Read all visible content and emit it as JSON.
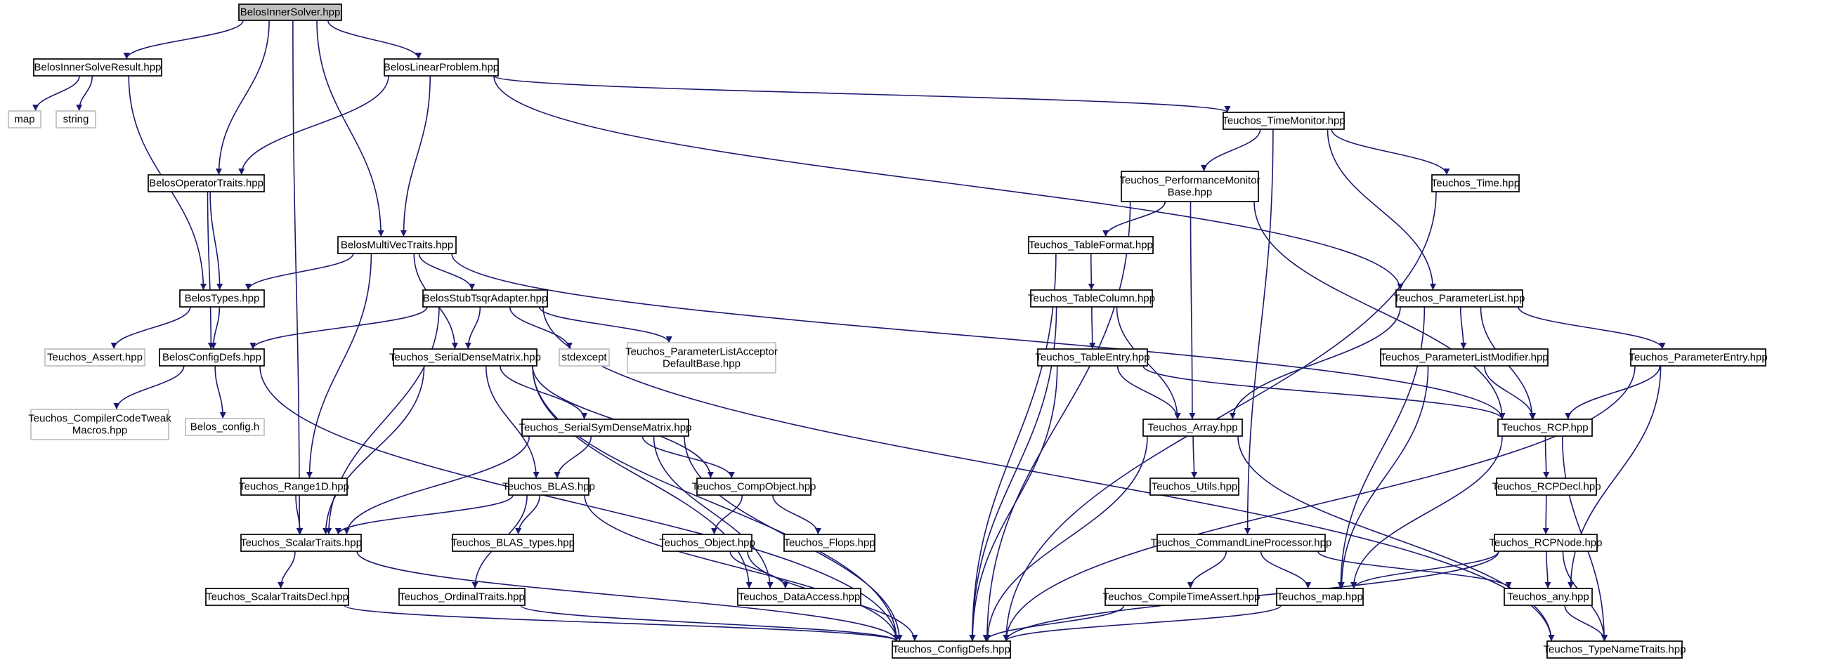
{
  "colors": {
    "edge": "#191970",
    "box_border": "#000000",
    "box_border_external": "#bfbfbf",
    "root_fill": "#bfbfbf",
    "box_fill": "#ffffff"
  },
  "nodes": [
    {
      "id": "root",
      "lines": [
        "BelosInnerSolver.hpp"
      ],
      "style": "root"
    },
    {
      "id": "isr",
      "lines": [
        "BelosInnerSolveResult.hpp"
      ],
      "style": "normal"
    },
    {
      "id": "map",
      "lines": [
        "map"
      ],
      "style": "external"
    },
    {
      "id": "string",
      "lines": [
        "string"
      ],
      "style": "external"
    },
    {
      "id": "blp",
      "lines": [
        "BelosLinearProblem.hpp"
      ],
      "style": "normal"
    },
    {
      "id": "bot",
      "lines": [
        "BelosOperatorTraits.hpp"
      ],
      "style": "normal"
    },
    {
      "id": "bmvt",
      "lines": [
        "BelosMultiVecTraits.hpp"
      ],
      "style": "normal"
    },
    {
      "id": "btypes",
      "lines": [
        "BelosTypes.hpp"
      ],
      "style": "normal"
    },
    {
      "id": "tassert",
      "lines": [
        "Teuchos_Assert.hpp"
      ],
      "style": "external"
    },
    {
      "id": "bcfg",
      "lines": [
        "BelosConfigDefs.hpp"
      ],
      "style": "normal"
    },
    {
      "id": "tcct",
      "lines": [
        "Teuchos_CompilerCodeTweak",
        "Macros.hpp"
      ],
      "style": "external"
    },
    {
      "id": "bconfh",
      "lines": [
        "Belos_config.h"
      ],
      "style": "external"
    },
    {
      "id": "bsta",
      "lines": [
        "BelosStubTsqrAdapter.hpp"
      ],
      "style": "normal"
    },
    {
      "id": "stdexcept",
      "lines": [
        "stdexcept"
      ],
      "style": "external"
    },
    {
      "id": "tplad",
      "lines": [
        "Teuchos_ParameterListAcceptor",
        "DefaultBase.hpp"
      ],
      "style": "external"
    },
    {
      "id": "tsdm",
      "lines": [
        "Teuchos_SerialDenseMatrix.hpp"
      ],
      "style": "normal"
    },
    {
      "id": "tssdm",
      "lines": [
        "Teuchos_SerialSymDenseMatrix.hpp"
      ],
      "style": "normal"
    },
    {
      "id": "tr1d",
      "lines": [
        "Teuchos_Range1D.hpp"
      ],
      "style": "normal"
    },
    {
      "id": "tblas",
      "lines": [
        "Teuchos_BLAS.hpp"
      ],
      "style": "normal"
    },
    {
      "id": "tcobj",
      "lines": [
        "Teuchos_CompObject.hpp"
      ],
      "style": "normal"
    },
    {
      "id": "tst",
      "lines": [
        "Teuchos_ScalarTraits.hpp"
      ],
      "style": "normal"
    },
    {
      "id": "tblast",
      "lines": [
        "Teuchos_BLAS_types.hpp"
      ],
      "style": "normal"
    },
    {
      "id": "tobj",
      "lines": [
        "Teuchos_Object.hpp"
      ],
      "style": "normal"
    },
    {
      "id": "tflops",
      "lines": [
        "Teuchos_Flops.hpp"
      ],
      "style": "normal"
    },
    {
      "id": "tstd",
      "lines": [
        "Teuchos_ScalarTraitsDecl.hpp"
      ],
      "style": "normal"
    },
    {
      "id": "tot",
      "lines": [
        "Teuchos_OrdinalTraits.hpp"
      ],
      "style": "normal"
    },
    {
      "id": "tda",
      "lines": [
        "Teuchos_DataAccess.hpp"
      ],
      "style": "normal"
    },
    {
      "id": "tcfg",
      "lines": [
        "Teuchos_ConfigDefs.hpp"
      ],
      "style": "normal"
    },
    {
      "id": "ttm",
      "lines": [
        "Teuchos_TimeMonitor.hpp"
      ],
      "style": "normal"
    },
    {
      "id": "tpmb",
      "lines": [
        "Teuchos_PerformanceMonitor",
        "Base.hpp"
      ],
      "style": "normal"
    },
    {
      "id": "ttime",
      "lines": [
        "Teuchos_Time.hpp"
      ],
      "style": "normal"
    },
    {
      "id": "ttf",
      "lines": [
        "Teuchos_TableFormat.hpp"
      ],
      "style": "normal"
    },
    {
      "id": "ttc",
      "lines": [
        "Teuchos_TableColumn.hpp"
      ],
      "style": "normal"
    },
    {
      "id": "tte",
      "lines": [
        "Teuchos_TableEntry.hpp"
      ],
      "style": "normal"
    },
    {
      "id": "tarr",
      "lines": [
        "Teuchos_Array.hpp"
      ],
      "style": "normal"
    },
    {
      "id": "tutils",
      "lines": [
        "Teuchos_Utils.hpp"
      ],
      "style": "normal"
    },
    {
      "id": "tclp",
      "lines": [
        "Teuchos_CommandLineProcessor.hpp"
      ],
      "style": "normal"
    },
    {
      "id": "tcta",
      "lines": [
        "Teuchos_CompileTimeAssert.hpp"
      ],
      "style": "normal"
    },
    {
      "id": "tmap",
      "lines": [
        "Teuchos_map.hpp"
      ],
      "style": "normal"
    },
    {
      "id": "tpl",
      "lines": [
        "Teuchos_ParameterList.hpp"
      ],
      "style": "normal"
    },
    {
      "id": "tplm",
      "lines": [
        "Teuchos_ParameterListModifier.hpp"
      ],
      "style": "normal"
    },
    {
      "id": "tpe",
      "lines": [
        "Teuchos_ParameterEntry.hpp"
      ],
      "style": "normal"
    },
    {
      "id": "trcp",
      "lines": [
        "Teuchos_RCP.hpp"
      ],
      "style": "normal"
    },
    {
      "id": "trcpd",
      "lines": [
        "Teuchos_RCPDecl.hpp"
      ],
      "style": "normal"
    },
    {
      "id": "trcpn",
      "lines": [
        "Teuchos_RCPNode.hpp"
      ],
      "style": "normal"
    },
    {
      "id": "tany",
      "lines": [
        "Teuchos_any.hpp"
      ],
      "style": "normal"
    },
    {
      "id": "ttnt",
      "lines": [
        "Teuchos_TypeNameTraits.hpp"
      ],
      "style": "normal"
    }
  ],
  "edges": [
    [
      "root",
      "isr"
    ],
    [
      "root",
      "blp"
    ],
    [
      "root",
      "bot"
    ],
    [
      "root",
      "bmvt"
    ],
    [
      "root",
      "tst"
    ],
    [
      "isr",
      "map"
    ],
    [
      "isr",
      "string"
    ],
    [
      "isr",
      "btypes"
    ],
    [
      "blp",
      "bot"
    ],
    [
      "blp",
      "bmvt"
    ],
    [
      "blp",
      "ttm"
    ],
    [
      "blp",
      "tpl"
    ],
    [
      "bot",
      "btypes"
    ],
    [
      "bot",
      "bcfg"
    ],
    [
      "bmvt",
      "btypes"
    ],
    [
      "bmvt",
      "bsta"
    ],
    [
      "bmvt",
      "tsdm"
    ],
    [
      "bmvt",
      "tr1d"
    ],
    [
      "bmvt",
      "trcp"
    ],
    [
      "btypes",
      "tassert"
    ],
    [
      "btypes",
      "bcfg"
    ],
    [
      "bcfg",
      "tcct"
    ],
    [
      "bcfg",
      "bconfh"
    ],
    [
      "bcfg",
      "tcfg"
    ],
    [
      "bsta",
      "bcfg"
    ],
    [
      "bsta",
      "tsdm"
    ],
    [
      "bsta",
      "stdexcept"
    ],
    [
      "bsta",
      "tplad"
    ],
    [
      "bsta",
      "tst"
    ],
    [
      "bsta",
      "ttnt"
    ],
    [
      "tsdm",
      "tssdm"
    ],
    [
      "tsdm",
      "tblas"
    ],
    [
      "tsdm",
      "tcobj"
    ],
    [
      "tsdm",
      "tst"
    ],
    [
      "tsdm",
      "tda"
    ],
    [
      "tsdm",
      "tcfg"
    ],
    [
      "tssdm",
      "tblas"
    ],
    [
      "tssdm",
      "tcobj"
    ],
    [
      "tssdm",
      "tst"
    ],
    [
      "tssdm",
      "tda"
    ],
    [
      "tssdm",
      "tcfg"
    ],
    [
      "tr1d",
      "tst"
    ],
    [
      "tblas",
      "tst"
    ],
    [
      "tblas",
      "tblast"
    ],
    [
      "tblas",
      "tot"
    ],
    [
      "tblas",
      "tcfg"
    ],
    [
      "tcobj",
      "tobj"
    ],
    [
      "tcobj",
      "tflops"
    ],
    [
      "tobj",
      "tda"
    ],
    [
      "tobj",
      "tcfg"
    ],
    [
      "tst",
      "tstd"
    ],
    [
      "tst",
      "tcfg"
    ],
    [
      "tstd",
      "tcfg"
    ],
    [
      "tot",
      "tcfg"
    ],
    [
      "ttm",
      "tpmb"
    ],
    [
      "ttm",
      "ttime"
    ],
    [
      "ttm",
      "tpl"
    ],
    [
      "ttm",
      "tclp"
    ],
    [
      "tpmb",
      "ttf"
    ],
    [
      "tpmb",
      "tarr"
    ],
    [
      "tpmb",
      "trcp"
    ],
    [
      "tpmb",
      "tcfg"
    ],
    [
      "ttime",
      "tcfg"
    ],
    [
      "ttf",
      "ttc"
    ],
    [
      "ttf",
      "tcfg"
    ],
    [
      "ttc",
      "tte"
    ],
    [
      "ttc",
      "tarr"
    ],
    [
      "ttc",
      "tcfg"
    ],
    [
      "tte",
      "tarr"
    ],
    [
      "tte",
      "trcp"
    ],
    [
      "tte",
      "tcfg"
    ],
    [
      "tarr",
      "tutils"
    ],
    [
      "tarr",
      "ttnt"
    ],
    [
      "tarr",
      "tcfg"
    ],
    [
      "tclp",
      "tcta"
    ],
    [
      "tclp",
      "tmap"
    ],
    [
      "tclp",
      "tany"
    ],
    [
      "tcta",
      "tcfg"
    ],
    [
      "tmap",
      "tcfg"
    ],
    [
      "tpl",
      "tplm"
    ],
    [
      "tpl",
      "tpe"
    ],
    [
      "tpl",
      "trcp"
    ],
    [
      "tpl",
      "tarr"
    ],
    [
      "tpl",
      "tmap"
    ],
    [
      "tplm",
      "trcp"
    ],
    [
      "tplm",
      "tmap"
    ],
    [
      "tpe",
      "trcp"
    ],
    [
      "tpe",
      "tany"
    ],
    [
      "tpe",
      "tcfg"
    ],
    [
      "trcp",
      "trcpd"
    ],
    [
      "trcp",
      "tmap"
    ],
    [
      "trcp",
      "ttnt"
    ],
    [
      "trcpd",
      "trcpn"
    ],
    [
      "trcpn",
      "tmap"
    ],
    [
      "trcpn",
      "tany"
    ],
    [
      "trcpn",
      "ttnt"
    ],
    [
      "trcpn",
      "tcfg"
    ],
    [
      "tany",
      "ttnt"
    ]
  ]
}
